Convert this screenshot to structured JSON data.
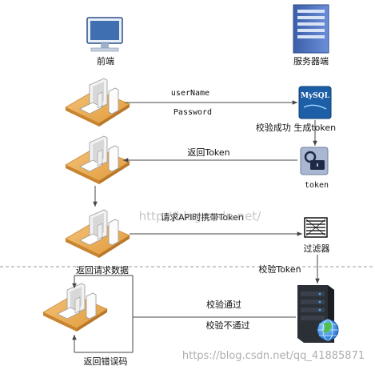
{
  "frontend_label": "前端",
  "server_label": "服务器端",
  "arrows": {
    "username": "userName",
    "password": "Password",
    "verify_generate": "校验成功 生成token",
    "return_token": "返回Token",
    "token": "token",
    "request_api": "请求API时携带Token",
    "filter": "过滤器",
    "verify_token": "校验Token",
    "verify_pass": "校验通过",
    "verify_fail": "校验不通过",
    "return_data": "返回请求数据",
    "return_error": "返回错误码"
  },
  "mysql_badge": "MySQL",
  "watermarks": {
    "middle": "http://blog.csdn.net/",
    "bottom": "https://blog.csdn.net/qq_41885871"
  },
  "colors": {
    "desk": "#e9a84b",
    "monitor_blue": "#3f6fb0",
    "server_blue": "#4a72c0",
    "dark_server": "#2b2f36"
  }
}
